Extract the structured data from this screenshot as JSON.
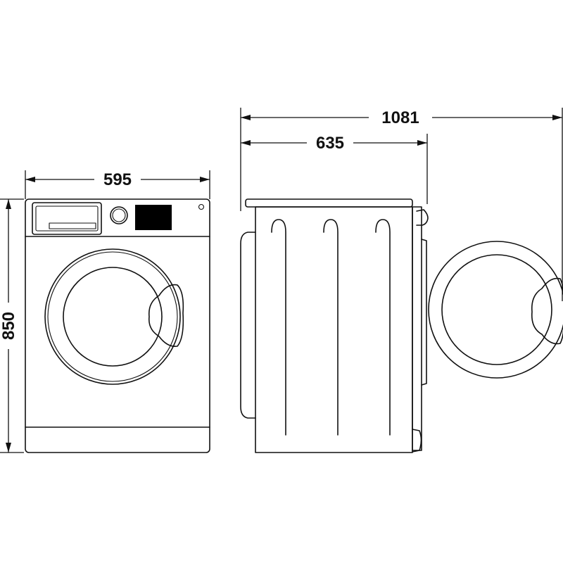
{
  "dimensions": {
    "width": "595",
    "height": "850",
    "depth": "635",
    "depth_door_open": "1081"
  },
  "colors": {
    "line": "#111111",
    "background": "#ffffff"
  }
}
